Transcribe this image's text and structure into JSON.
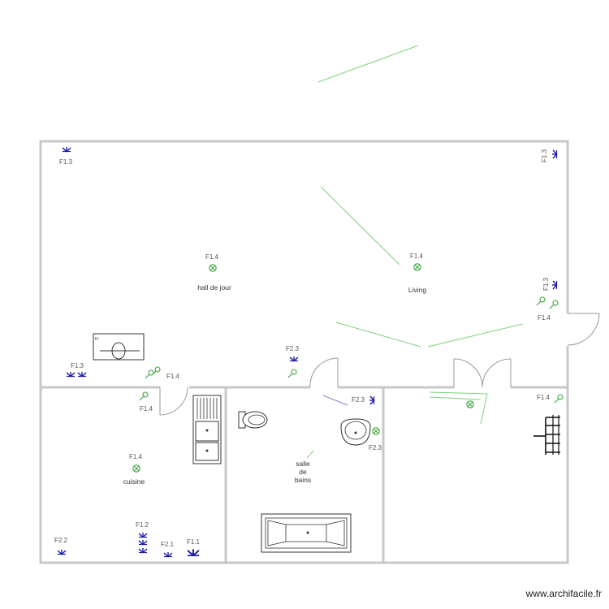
{
  "rooms": {
    "hall": "hall de jour",
    "living": "Living",
    "cuisine": "cuisine",
    "sdb_1": "salle",
    "sdb_2": "de",
    "sdb_3": "bains"
  },
  "circuits": {
    "f13_topleft": "F1.3",
    "f13_topright": "F1.3",
    "f13_right": "F1.3",
    "f14_hall": "F1.4",
    "f14_living": "F1.4",
    "f14_right": "F1.4",
    "f13_bottomleft": "F1.3",
    "f14_switch": "F1.4",
    "f23_door": "F2.3",
    "f14_kitchen_sw": "F1.4",
    "f14_kitchen": "F1.4",
    "f23_bath": "F2.3",
    "f23_bath2": "F2.3",
    "f14_room4": "F1.4",
    "f22": "F2.2",
    "f12": "F1.2",
    "f21": "F2.1",
    "f11": "F1.1"
  },
  "hob_label": "Fr",
  "watermark": "www.archifacile.fr",
  "colors": {
    "wall": "#c8c8c8",
    "socket": "#1a1aa8",
    "light": "#3aa53a",
    "wire": "#7fd17f"
  }
}
